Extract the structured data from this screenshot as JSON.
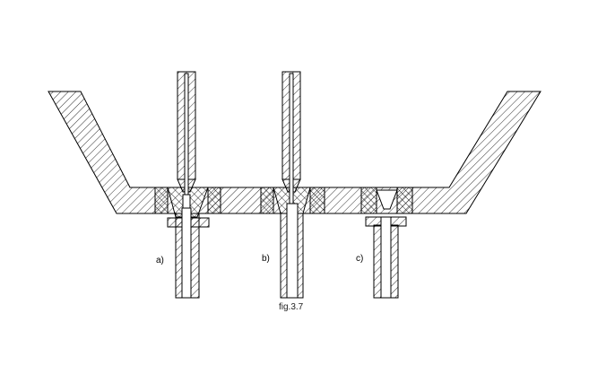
{
  "figure": {
    "caption": "fig.3.7",
    "labels": [
      "a)",
      "b)",
      "c)"
    ]
  }
}
